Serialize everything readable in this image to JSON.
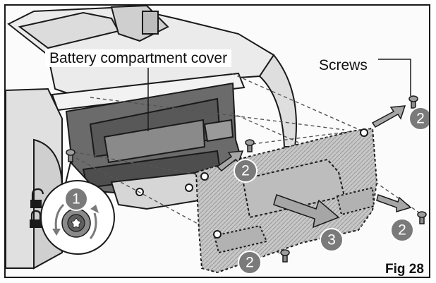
{
  "labels": {
    "battery_cover": "Battery compartment cover",
    "screws": "Screws",
    "figure": "Fig 28"
  },
  "steps": {
    "unlock": "1",
    "remove_screw": "2",
    "remove_cover": "3"
  },
  "icons": {
    "unlock": "unlock-icon",
    "lock": "lock-icon",
    "rotate": "rotate-arrows-icon",
    "torx": "torx-screw-icon"
  },
  "colors": {
    "line": "#1a1a1a",
    "machine_fill": "#d9d9d9",
    "dark_fill": "#6b6b6b",
    "cover_fill": "#c7c7c7",
    "badge_fill": "#7a7a7a",
    "arrow_fill": "#a6a6a6"
  }
}
